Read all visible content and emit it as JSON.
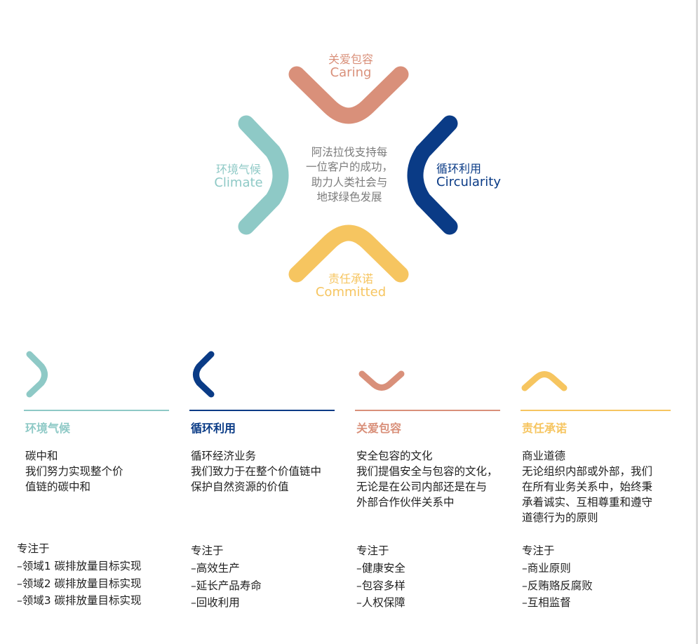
{
  "colors": {
    "climate": "#8ec9c6",
    "circularity": "#0a3b86",
    "caring": "#d9907a",
    "committed": "#f6c560",
    "center_text": "#7b7b7b"
  },
  "diagram": {
    "caring": {
      "cn": "关爱包容",
      "en": "Caring",
      "icon": "chevron-down-icon"
    },
    "climate": {
      "cn": "环境气候",
      "en": "Climate",
      "icon": "chevron-right-icon"
    },
    "circularity": {
      "cn": "循环利用",
      "en": "Circularity",
      "icon": "chevron-left-icon"
    },
    "committed": {
      "cn": "责任承诺",
      "en": "Committed",
      "icon": "chevron-up-icon"
    },
    "center_lines": [
      "阿法拉伐支持每",
      "一位客户的成功，",
      "助力人类社会与",
      "地球绿色发展"
    ]
  },
  "columns": [
    {
      "heading": "环境气候",
      "desc": [
        "碳中和",
        "我们努力实现整个价",
        "值链的碳中和"
      ],
      "focus_title": "专注于",
      "focus": [
        "–领域1 碳排放量目标实现",
        "–领域2 碳排放量目标实现",
        "–领域3 碳排放量目标实现"
      ]
    },
    {
      "heading": "循环利用",
      "desc": [
        "循环经济业务",
        "我们致力于在整个价值链中",
        "保护自然资源的价值"
      ],
      "focus_title": "专注于",
      "focus": [
        "–高效生产",
        "–延长产品寿命",
        "–回收利用"
      ]
    },
    {
      "heading": "关爱包容",
      "desc": [
        "安全包容的文化",
        "我们提倡安全与包容的文化，",
        "无论是在公司内部还是在与",
        "外部合作伙伴关系中"
      ],
      "focus_title": "专注于",
      "focus": [
        "–健康安全",
        "–包容多样",
        "–人权保障"
      ]
    },
    {
      "heading": "责任承诺",
      "desc": [
        "商业道德",
        "无论组织内部或外部，我们",
        "在所有业务关系中，始终秉",
        "承着诚实、互相尊重和遵守",
        "道德行为的原则"
      ],
      "focus_title": "专注于",
      "focus": [
        "–商业原则",
        "–反贿赂反腐败",
        "–互相监督"
      ]
    }
  ]
}
